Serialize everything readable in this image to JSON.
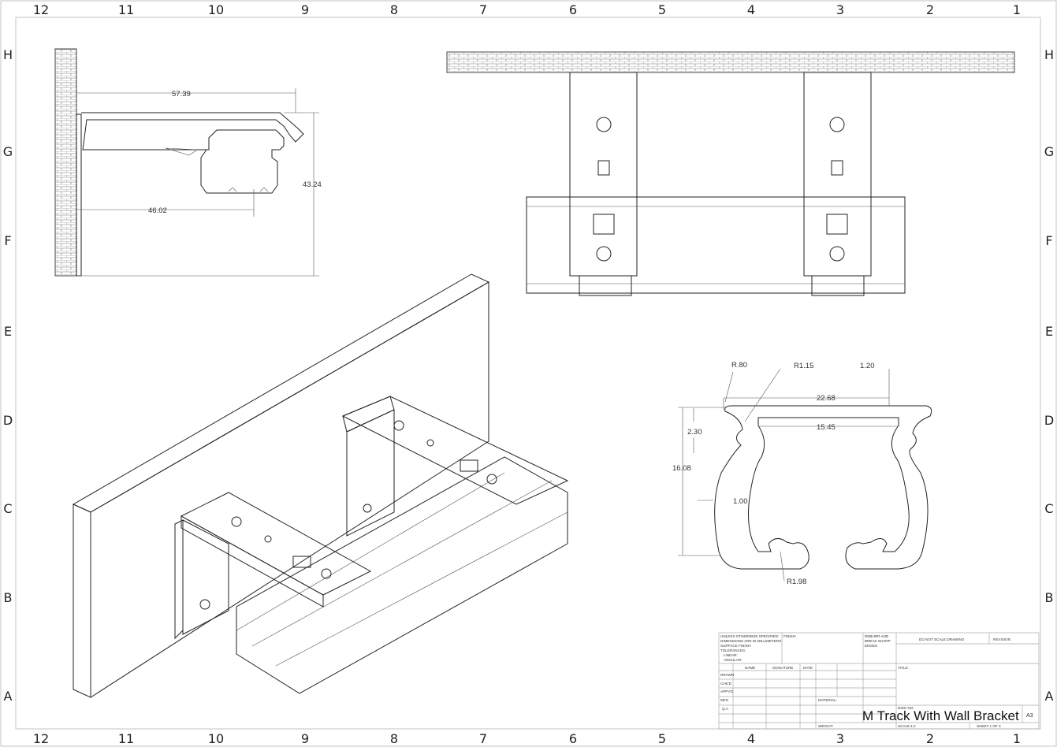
{
  "border": {
    "columns": [
      "12",
      "11",
      "10",
      "9",
      "8",
      "7",
      "6",
      "5",
      "4",
      "3",
      "2",
      "1"
    ],
    "rows": [
      "H",
      "G",
      "F",
      "E",
      "D",
      "C",
      "B",
      "A"
    ]
  },
  "side_view": {
    "dimensions": {
      "width": "57.39",
      "height": "43.24",
      "offset": "46.02"
    }
  },
  "profile_view": {
    "dimensions": {
      "r_outer": "R.80",
      "r_inner": "R1.15",
      "thickness_top": "1.20",
      "overall_width": "22.68",
      "lip_height": "2.30",
      "opening_width": "15.45",
      "overall_height": "16.08",
      "wall_thickness": "1.00",
      "slot_radius": "R1.98"
    }
  },
  "title_block": {
    "notes": [
      "UNLESS OTHERWISE SPECIFIED:",
      "DIMENSIONS ARE IN MILLIMETERS",
      "SURFACE FINISH:",
      "TOLERANCES:",
      "LINEAR:",
      "ANGULAR:"
    ],
    "finish": "FINISH:",
    "deburr": [
      "DEBURR AND",
      "BREAK SHARP",
      "EDGES"
    ],
    "do_not_scale": "DO NOT SCALE DRAWING",
    "revision": "REVISION",
    "headers": [
      "NAME",
      "SIGNATURE",
      "DATE"
    ],
    "roles": [
      "DRAWN",
      "CHK'D",
      "APPV'D",
      "MFG",
      "Q.A"
    ],
    "title_label": "TITLE:",
    "material": "MATERIAL:",
    "weight": "WEIGHT:",
    "dwg_no": "DWG NO.",
    "title": "M Track With Wall Bracket",
    "size": "A3",
    "scale": "SCALE:1:2",
    "sheet": "SHEET 1 OF 3"
  }
}
